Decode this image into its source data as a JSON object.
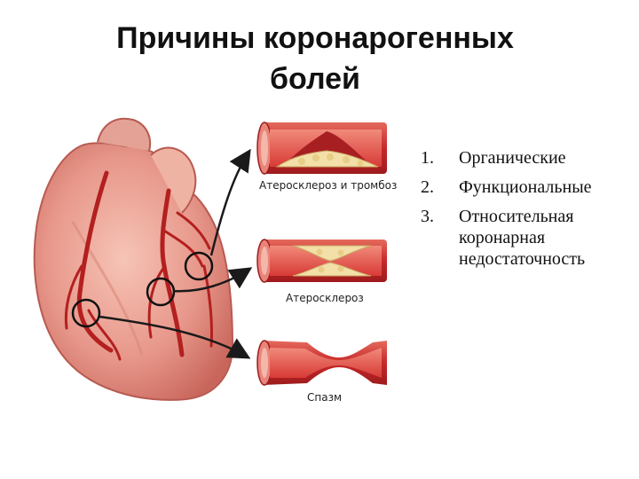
{
  "title": {
    "line1": "Причины коронарогенных",
    "line2": "болей"
  },
  "diagram": {
    "vessel_labels": [
      "Атеросклероз и тромбоз",
      "Атеросклероз",
      "Спазм"
    ]
  },
  "causes": [
    {
      "num": "1.",
      "text": "Органические"
    },
    {
      "num": "2.",
      "text": "Функциональные"
    },
    {
      "num": "3.",
      "text": "Относительная коронарная недостаточность"
    }
  ],
  "colors": {
    "vessel_red": "#c8282a",
    "heart_pink": "#e99a8a",
    "plaque": "#f3dfa8"
  }
}
